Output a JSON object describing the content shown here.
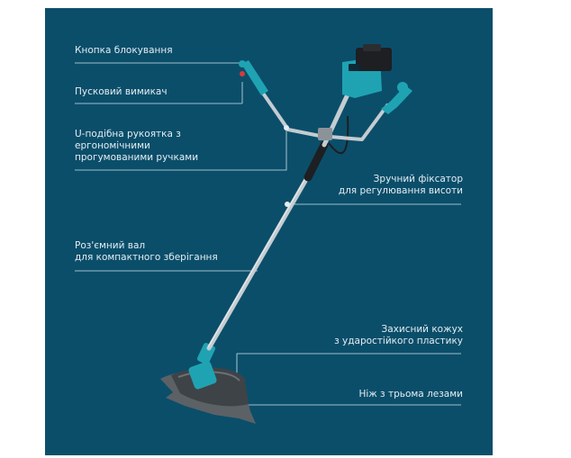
{
  "colors": {
    "background": "#0b4e6a",
    "accent": "#1fa3b3",
    "text": "#e4eef3",
    "line": "#cfe3ea"
  },
  "labels": {
    "lock_button": "Кнопка блокування",
    "trigger": "Пусковий вимикач",
    "u_handle": [
      "U-подібна рукоятка з",
      "ергономічними",
      "прогумованими ручками"
    ],
    "height_lock": [
      "Зручний фіксатор",
      "для регулювання висоти"
    ],
    "shaft": [
      "Роз'ємний вал",
      "для компактного зберігання"
    ],
    "guard": [
      "Захисний кожух",
      "з ударостійкого пластику"
    ],
    "blade": "Ніж з трьома лезами"
  }
}
